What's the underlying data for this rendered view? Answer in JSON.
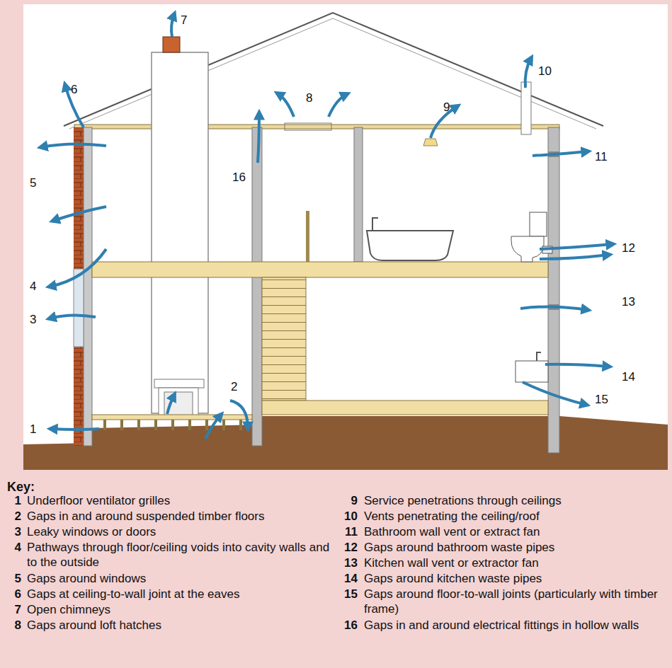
{
  "diagram": {
    "labels": [
      "1",
      "2",
      "3",
      "4",
      "5",
      "6",
      "7",
      "8",
      "9",
      "10",
      "11",
      "12",
      "13",
      "14",
      "15",
      "16",
      "Key:",
      "1",
      "Underfloor ventilator grilles",
      "2",
      "Gaps in and around suspended timber floors",
      "3",
      "Leaky windows or doors",
      "4",
      "Pathways through floor/ceiling voids into cavity walls and to the outside",
      "5",
      "Gaps around windows",
      "6",
      "Gaps at ceiling-to-wall joint at the eaves",
      "7",
      "Open chimneys",
      "8",
      "Gaps around loft hatches",
      "9",
      "Service penetrations through ceilings",
      "10",
      "Vents penetrating the ceiling/roof",
      "11",
      "Bathroom wall vent or extract fan",
      "12",
      "Gaps around bathroom waste pipes",
      "13",
      "Kitchen wall vent or extractor fan",
      "14",
      "Gaps around kitchen waste pipes",
      "15",
      "Gaps around floor-to-wall joints (particularly with timber frame)",
      "16",
      "Gaps in and around electrical fittings in hollow walls"
    ]
  }
}
